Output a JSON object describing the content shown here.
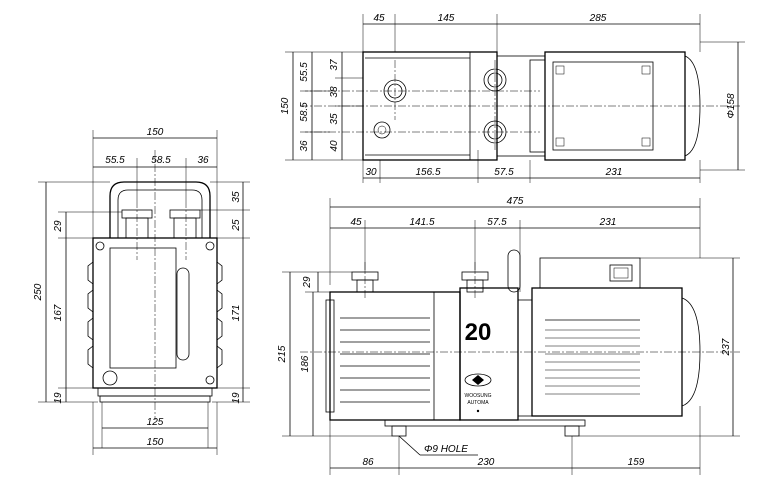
{
  "top_view": {
    "dim_top": [
      "45",
      "145",
      "285"
    ],
    "dim_left_outer": "150",
    "dim_left_inner": [
      "55.5",
      "58.5",
      "36"
    ],
    "dim_left_inner2": [
      "37",
      "38",
      "35",
      "40"
    ],
    "dim_bottom": [
      "30",
      "156.5",
      "57.5",
      "231"
    ],
    "dim_right": "Φ158"
  },
  "front_view": {
    "dim_top_outer": "150",
    "dim_top_inner": [
      "55.5",
      "58.5",
      "36"
    ],
    "dim_left_outer": "250",
    "dim_left_29": "29",
    "dim_left_167": "167",
    "dim_left_19": "19",
    "dim_right_35": "35",
    "dim_right_25": "25",
    "dim_right_171": "171",
    "dim_right_19": "19",
    "dim_bottom_125": "125",
    "dim_bottom_150": "150"
  },
  "side_view": {
    "dim_overall": "475",
    "dim_top": [
      "45",
      "141.5",
      "57.5",
      "231"
    ],
    "dim_left_215": "215",
    "dim_left_186": "186",
    "dim_left_29": "29",
    "dim_right_237": "237",
    "dim_bottom": [
      "86",
      "230",
      "159"
    ],
    "hole_note": "Φ9 HOLE",
    "model_number": "20",
    "brand_line1": "WOOSUNG",
    "brand_line2": "AUTOMA"
  }
}
